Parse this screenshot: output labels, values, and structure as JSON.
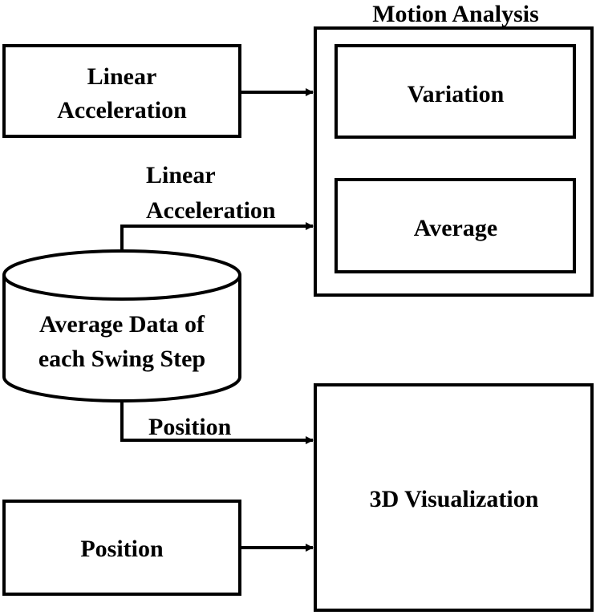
{
  "diagram": {
    "input_linear_acceleration": [
      "Linear",
      "Acceleration"
    ],
    "motion_analysis": {
      "title": "Motion Analysis",
      "variation": "Variation",
      "average": "Average"
    },
    "db_arrow_label": [
      "Linear",
      "Acceleration"
    ],
    "database": [
      "Average Data of",
      "each Swing Step"
    ],
    "db_position_label": "Position",
    "input_position": "Position",
    "visualization": "3D Visualization"
  }
}
